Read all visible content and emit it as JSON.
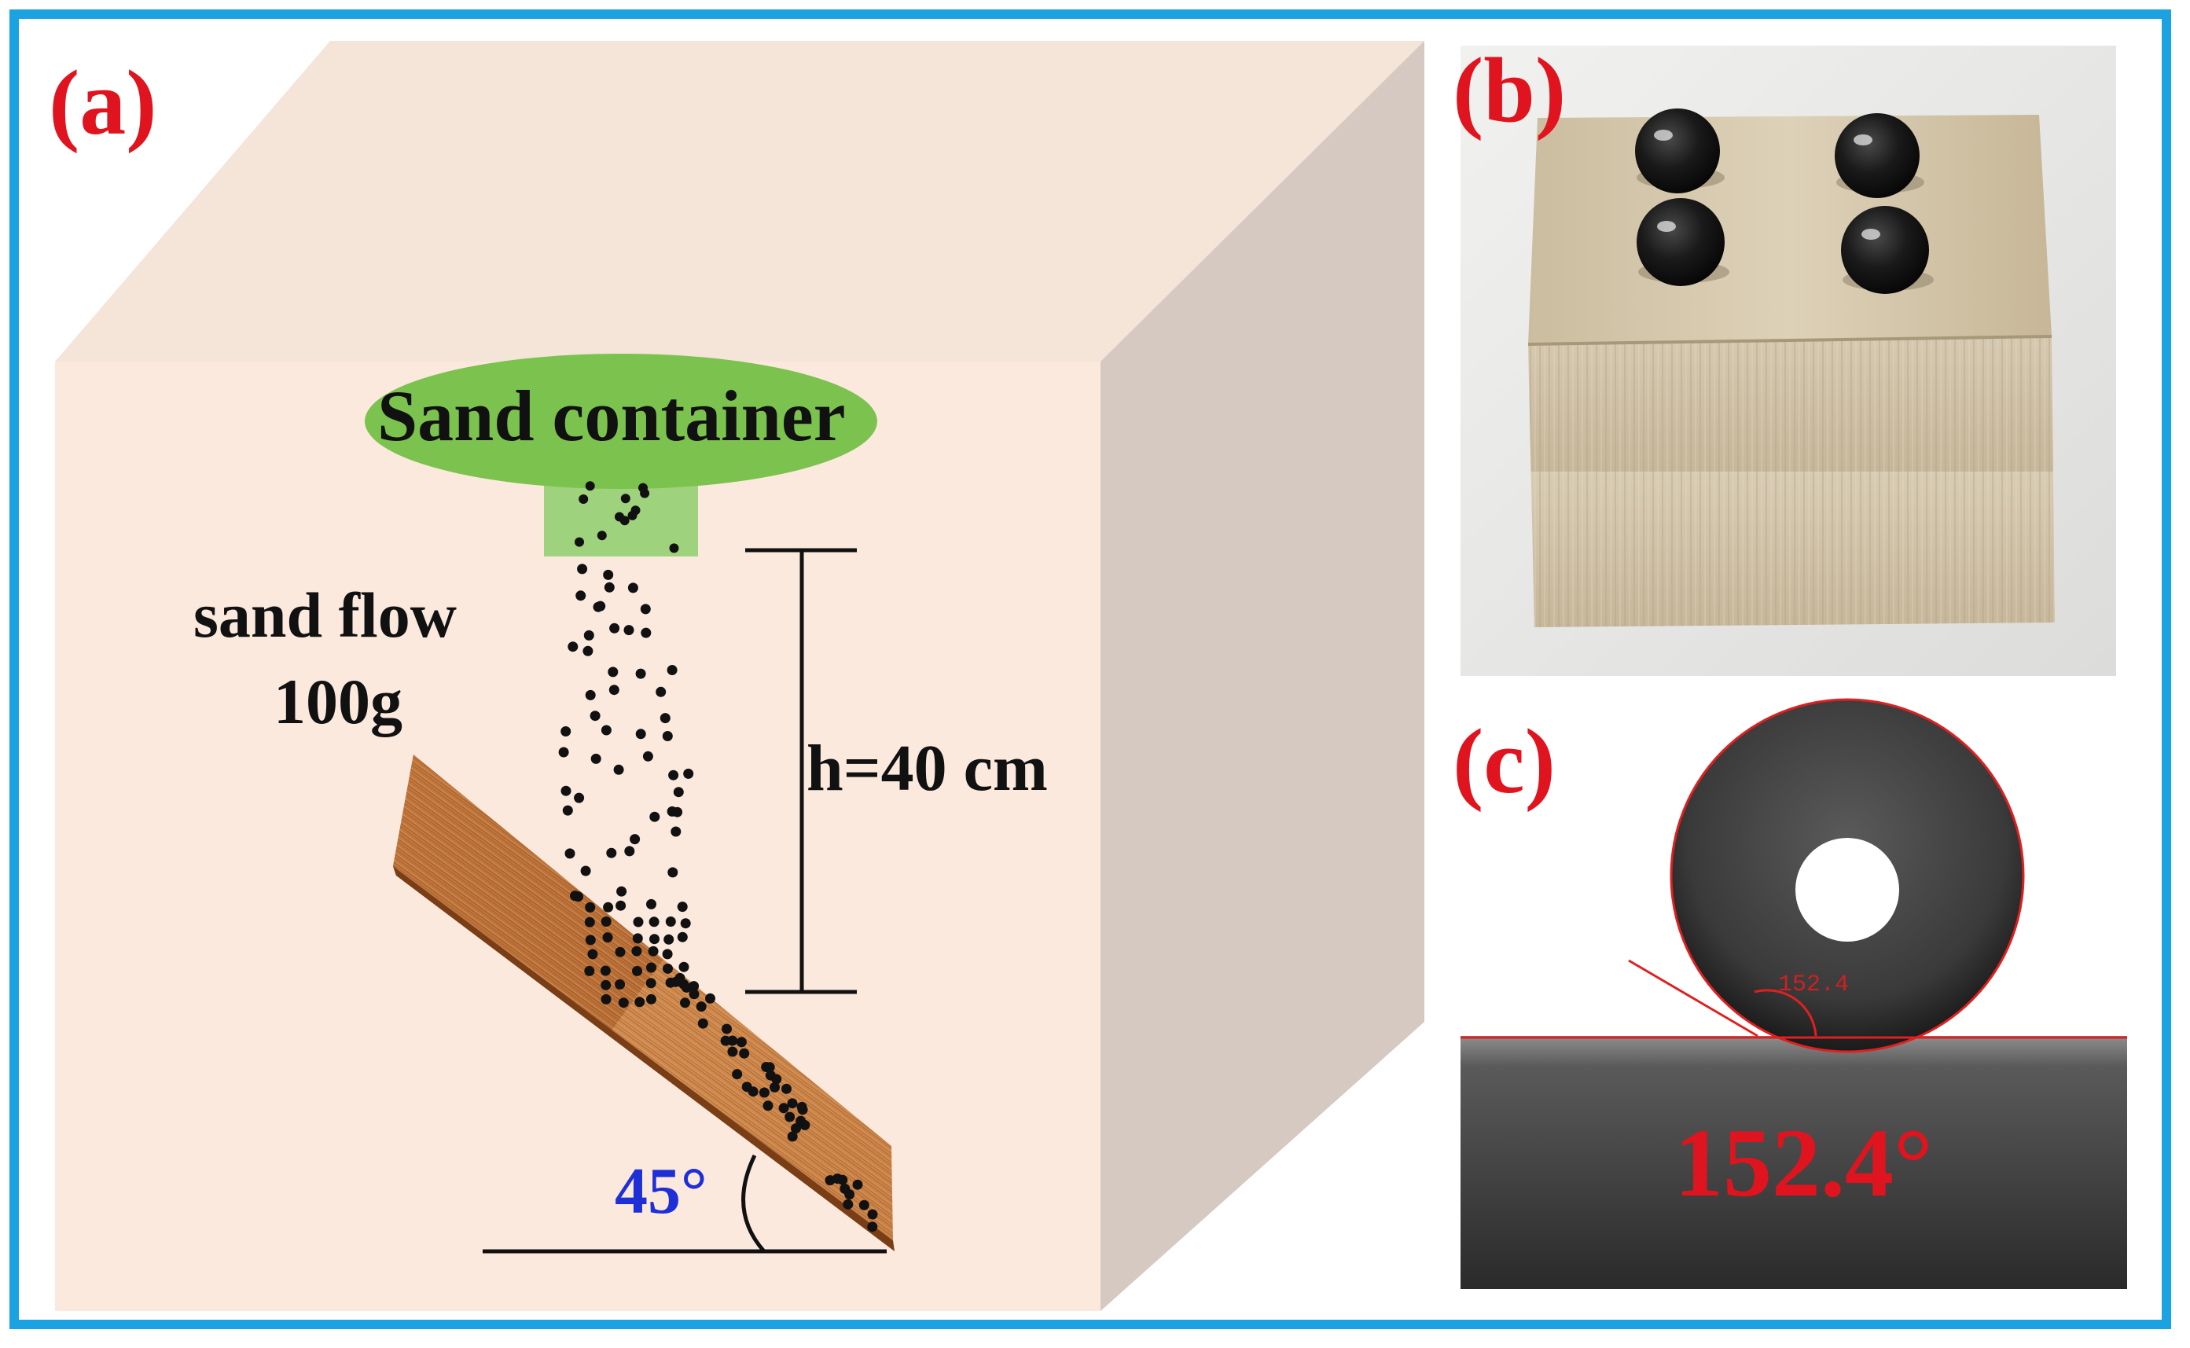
{
  "figure": {
    "panels": {
      "a": {
        "label": "(a)",
        "sand_container": "Sand container",
        "sand_flow": "sand flow",
        "sand_mass": "100g",
        "height": "h=40 cm",
        "angle": "45°"
      },
      "b": {
        "label": "(b)"
      },
      "c": {
        "label": "(c)",
        "contact_angle": "152.4°",
        "contact_angle_small": "152.4"
      }
    },
    "colors": {
      "frame_border": "#1aa3e0",
      "box_front": "#fbe9de",
      "box_top": "#f5e4d8",
      "box_side": "#d6c9c1",
      "container": "#7cc24e",
      "panel_label": "#e0141e",
      "angle_label": "#1e2fd6",
      "board": "#c8824a"
    }
  }
}
